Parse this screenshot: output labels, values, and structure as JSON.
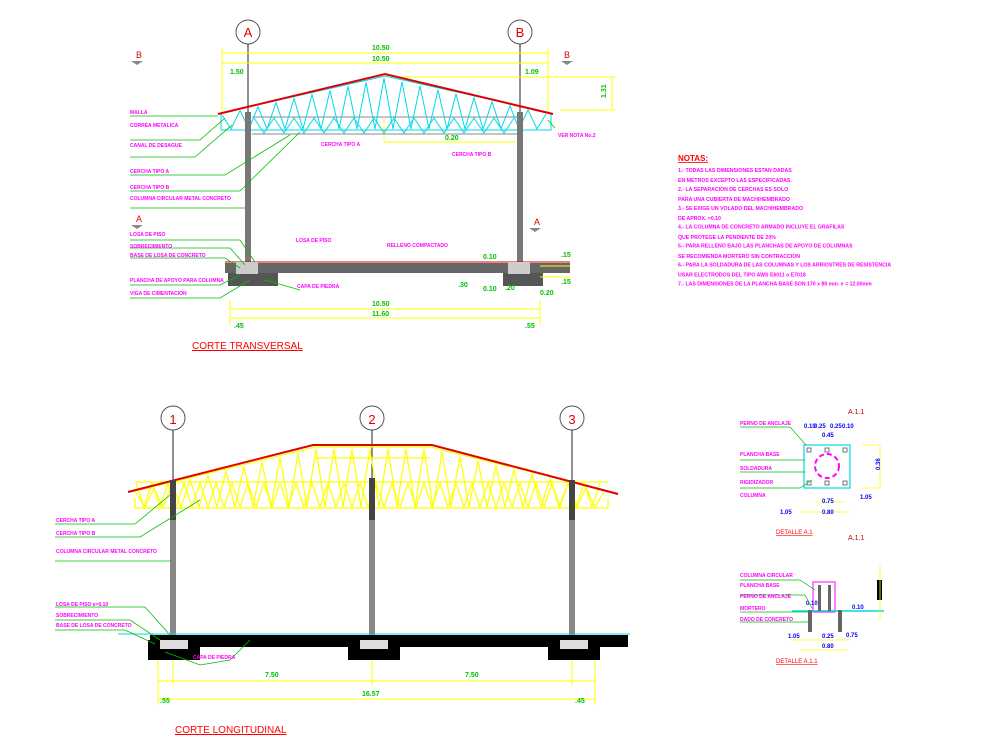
{
  "colors": {
    "roof": "#e00000",
    "truss_transversal": "#00e5ee",
    "truss_longitudinal": "#ffff00",
    "labels": "#ff00ff",
    "dimensions": "#ffff00",
    "dim_text": "#00c000",
    "leaders": "#00c000",
    "titles": "#ff0000",
    "concrete": "#000000"
  },
  "transversal": {
    "title": "CORTE TRANSVERSAL",
    "axes": [
      "A",
      "B"
    ],
    "section_marks": [
      "B",
      "B",
      "A",
      "A"
    ],
    "dims": {
      "overall_top": "10.50",
      "overall_inner": "10.50",
      "overhang_left": "1.50",
      "overhang_right": "1.09",
      "rise": "1.31",
      "truss_depth": "0.20",
      "bottom_inner": "10.50",
      "bottom_total": "11.60",
      "left_edge": ".45",
      "right_edge": ".55",
      "d1": "0.10",
      "d2": "0.10",
      "d3": ".15",
      "d4": ".15",
      "d5": "0.20",
      "d6": ".20",
      "d7": ".30"
    },
    "labels": [
      "MALLA",
      "CORREA METALICA",
      "CANAL DE DESAGUE",
      "CERCHA TIPO A",
      "CERCHA TIPO B",
      "COLUMNA CIRCULAR METAL CONCRETO",
      "LOSA DE PISO",
      "SOBRECIMIENTO",
      "BASE DE LOSA DE CONCRETO",
      "PLANCHA DE APOYO PARA COLUMNA",
      "VIGA DE CIMENTACION",
      "VER NOTA No.2",
      "CERCHA TIPO A",
      "CERCHA TIPO B",
      "LOSA DE PISO",
      "RELLENO COMPACTADO",
      "CAPA DE PIEDRA"
    ]
  },
  "longitudinal": {
    "title": "CORTE LONGITUDINAL",
    "axes": [
      "1",
      "2",
      "3"
    ],
    "dims": {
      "span1": "7.50",
      "span2": "7.50",
      "total": "16.57",
      "left_edge": ".55",
      "right_edge": ".45"
    },
    "labels": [
      "CERCHA TIPO A",
      "CERCHA TIPO B",
      "COLUMNA CIRCULAR METAL CONCRETO",
      "LOSA DE PISO e=0.10",
      "SOBRECIMIENTO",
      "BASE DE LOSA DE CONCRETO",
      "CAPA DE PIEDRA"
    ]
  },
  "notes": {
    "title": "NOTAS:",
    "items": [
      "1.- TODAS LAS DIMENSIONES ESTAN DADAS",
      "    EN METROS EXCEPTO LAS ESPECIFICADAS.",
      "2.- LA SEPARACION DE CERCHAS ES SOLO",
      "    PARA UNA CUBIERTA DE MACHIHEMBRADO",
      "3.- SE EXIGE UN VOLADO DEL MACHIHEMBRADO",
      "    DE APROX. =0.10",
      "4.- LA COLUMNA DE CONCRETO ARMADO INCLUYE EL GRAFILAS",
      "    QUE PROTEGE LA PENDIENTE DE 20%",
      "5.- PARA RELLENO BAJO LAS PLANCHAS DE APOYO DE COLUMNAS",
      "    SE RECOMIENDA MORTERO SIN CONTRACCION",
      "6.- PARA LA SOLDADURA DE LAS COLUMNAS Y LOS ARRIOSTRES DE RESISTENCIA",
      "    USAR ELECTRODOS DEL TIPO AWS E6011 o E7018",
      "7.- LAS DIMENSIONES DE LA PLANCHA BASE SON 170 x 80 mm. e = 12.00mm"
    ]
  },
  "detail_plan": {
    "title": "DETALLE A.1",
    "ref": "A.1.1",
    "dims": [
      "0.10",
      "0.25",
      "0.25",
      "0.10",
      "0.45",
      "0.36",
      "1.05",
      "0.75",
      "0.80",
      "1.05"
    ],
    "labels": [
      "PERNO DE ANCLAJE",
      "PLANCHA BASE",
      "SOLDADURA",
      "RIGIDIZADOR",
      "COLUMNA"
    ]
  },
  "detail_section": {
    "title": "DETALLE A.1.1",
    "ref": "A.1.1",
    "dims": [
      "0.10",
      "0.10",
      "0.25",
      "1.05",
      "0.75",
      "0.80"
    ],
    "labels": [
      "COLUMNA CIRCULAR",
      "PLANCHA BASE",
      "PERNO DE ANCLAJE",
      "MORTERO",
      "DADO DE CONCRETO"
    ]
  }
}
